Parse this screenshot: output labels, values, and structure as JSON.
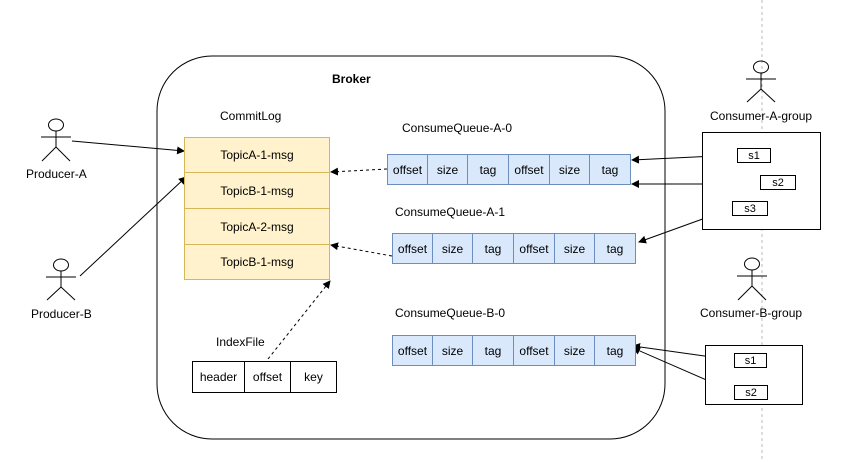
{
  "broker": {
    "title": "Broker"
  },
  "producers": [
    {
      "label": "Producer-A"
    },
    {
      "label": "Producer-B"
    }
  ],
  "commitlog": {
    "title": "CommitLog",
    "messages": [
      "TopicA-1-msg",
      "TopicB-1-msg",
      "TopicA-2-msg",
      "TopicB-1-msg"
    ]
  },
  "indexfile": {
    "title": "IndexFile",
    "fields": [
      "header",
      "offset",
      "key"
    ]
  },
  "queues": [
    {
      "title": "ConsumeQueue-A-0",
      "cells": [
        "offset",
        "size",
        "tag",
        "offset",
        "size",
        "tag"
      ]
    },
    {
      "title": "ConsumeQueue-A-1",
      "cells": [
        "offset",
        "size",
        "tag",
        "offset",
        "size",
        "tag"
      ]
    },
    {
      "title": "ConsumeQueue-B-0",
      "cells": [
        "offset",
        "size",
        "tag",
        "offset",
        "size",
        "tag"
      ]
    }
  ],
  "consumer_groups": [
    {
      "label": "Consumer-A-group",
      "slots": [
        "s1",
        "s2",
        "s3"
      ]
    },
    {
      "label": "Consumer-B-group",
      "slots": [
        "s1",
        "s2"
      ]
    }
  ],
  "colors": {
    "commitlog_fill": "#fff2cc",
    "commitlog_border": "#d6b656",
    "queue_fill": "#dae8fc",
    "queue_border": "#6c8ebf"
  }
}
